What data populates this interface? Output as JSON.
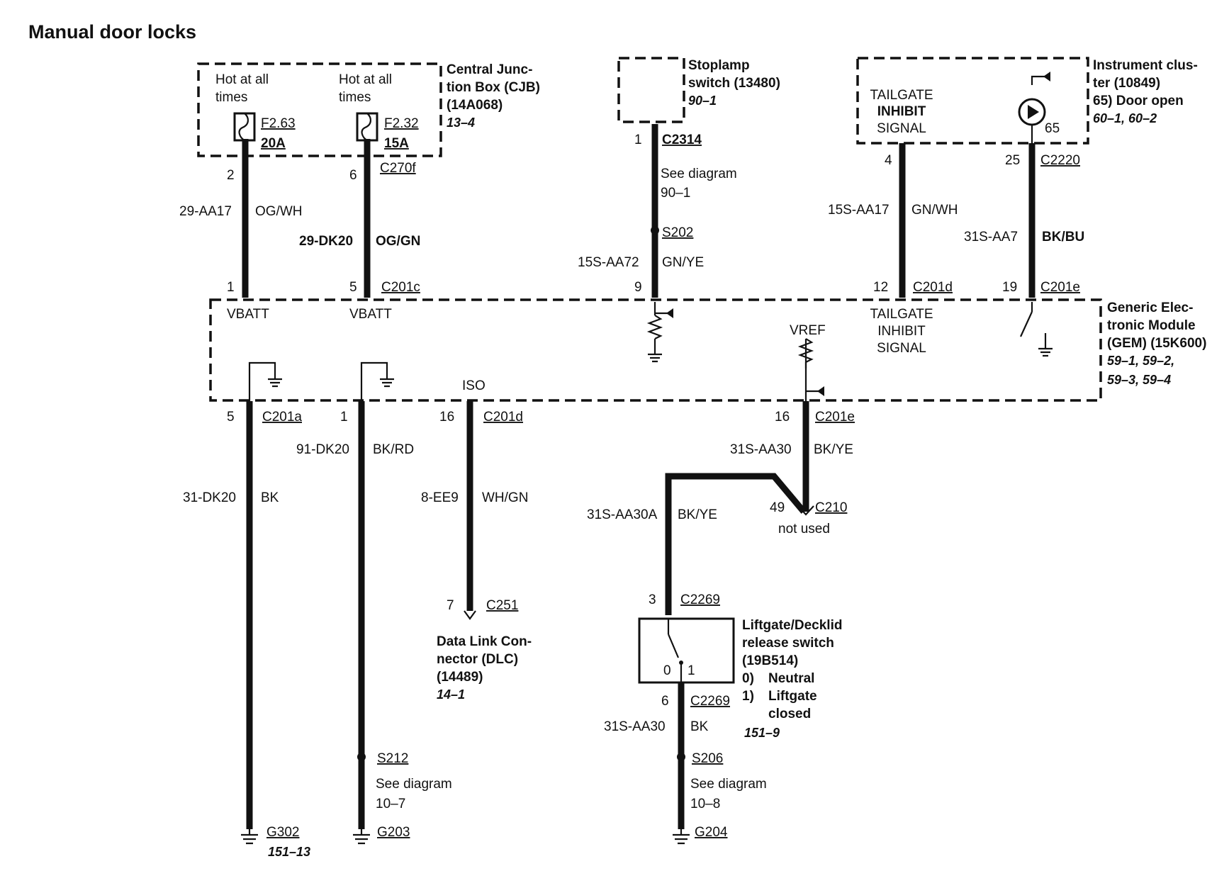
{
  "title": "Manual door locks",
  "cjb": {
    "name_lines": [
      "Central Junc-",
      "tion Box (CJB)",
      "(14A068)"
    ],
    "ref": "13–4",
    "fuse1": {
      "hot_lines": [
        "Hot at all",
        "times"
      ],
      "id": "F2.63",
      "rating": "20A"
    },
    "fuse2": {
      "hot_lines": [
        "Hot at all",
        "times"
      ],
      "id": "F2.32",
      "rating": "15A"
    },
    "connector": "C270f"
  },
  "stoplamp": {
    "name_lines": [
      "Stoplamp",
      "switch (13480)"
    ],
    "ref": "90–1",
    "connector": "C2314",
    "see_lines": [
      "See diagram",
      "90–1"
    ],
    "splice": "S202"
  },
  "cluster": {
    "name_lines": [
      "Instrument clus-",
      "ter (10849)",
      "65) Door open"
    ],
    "ref": "60–1, 60–2",
    "inner_lines": [
      "TAILGATE",
      "INHIBIT",
      "SIGNAL"
    ],
    "lamp_pin": "65",
    "connector": "C2220"
  },
  "gem": {
    "name_lines": [
      "Generic Elec-",
      "tronic Module",
      "(GEM) (15K600)"
    ],
    "ref_lines": [
      "59–1, 59–2,",
      "59–3, 59–4"
    ],
    "vbatt1": "VBATT",
    "vbatt2": "VBATT",
    "tailgate_lines": [
      "TAILGATE",
      "INHIBIT",
      "SIGNAL"
    ],
    "vref": "VREF",
    "iso": "ISO"
  },
  "top_wires": [
    {
      "pin_top": "2",
      "pin_bottom": "1",
      "circuit": "29-AA17",
      "color": "OG/WH"
    },
    {
      "pin_top": "6",
      "pin_bottom": "5",
      "circuit": "29-DK20",
      "color": "OG/GN",
      "connector_bottom": "C201c"
    },
    {
      "pin_top": "1",
      "pin_bottom": "9",
      "circuit": "15S-AA72",
      "color": "GN/YE"
    },
    {
      "pin_top": "4",
      "pin_bottom": "12",
      "circuit": "15S-AA17",
      "color": "GN/WH",
      "connector_bottom": "C201d"
    },
    {
      "pin_top": "25",
      "pin_bottom": "19",
      "circuit": "31S-AA7",
      "color": "BK/BU",
      "connector_bottom": "C201e"
    }
  ],
  "bottom_wires": [
    {
      "pin": "5",
      "connector": "C201a",
      "circuit": "31-DK20",
      "color": "BK",
      "ground": "G302",
      "ground_ref": "151–13"
    },
    {
      "pin": "1",
      "circuit": "91-DK20",
      "color": "BK/RD",
      "splice": "S212",
      "see_lines": [
        "See diagram",
        "10–7"
      ],
      "ground": "G203"
    },
    {
      "pin": "16",
      "connector": "C201d",
      "circuit": "8-EE9",
      "color": "WH/GN",
      "end_pin": "7",
      "end_connector": "C251"
    },
    {
      "pin": "16",
      "connector": "C201e",
      "circuit": "31S-AA30",
      "color": "BK/YE",
      "end_pin": "49",
      "end_connector": "C210",
      "end_note": "not used"
    }
  ],
  "dlc": {
    "name_lines": [
      "Data Link Con-",
      "nector (DLC)",
      "(14489)"
    ],
    "ref": "14–1"
  },
  "liftgate_wire": {
    "circuit": "31S-AA30A",
    "color": "BK/YE",
    "pin": "3",
    "connector": "C2269"
  },
  "liftgate_switch": {
    "name_lines": [
      "Liftgate/Decklid",
      "release switch",
      "(19B514)"
    ],
    "pos0_num": "0)",
    "pos0_label": "Neutral",
    "pos1_num": "1)",
    "pos1_label_lines": [
      "Liftgate",
      "closed"
    ],
    "ref": "151–9",
    "contact0": "0",
    "contact1": "1"
  },
  "liftgate_ground": {
    "pin": "6",
    "connector": "C2269",
    "circuit": "31S-AA30",
    "color": "BK",
    "splice": "S206",
    "see_lines": [
      "See diagram",
      "10–8"
    ],
    "ground": "G204"
  }
}
